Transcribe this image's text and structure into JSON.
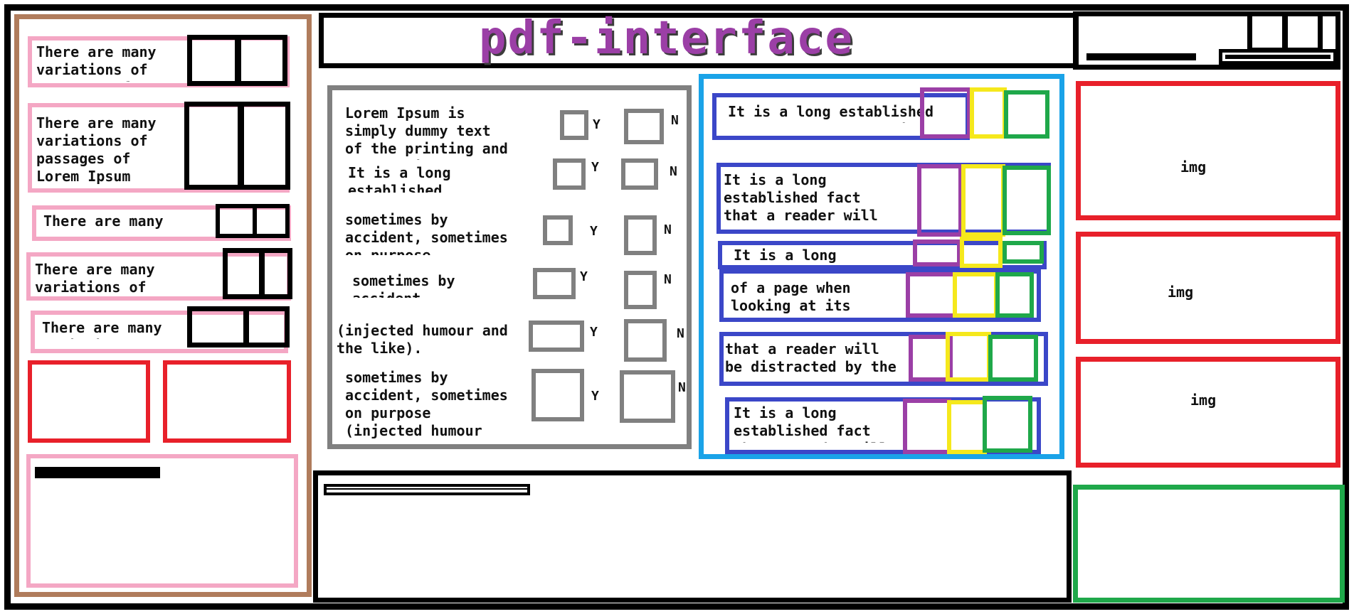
{
  "header": {
    "title": "pdf-interface"
  },
  "left_panel": {
    "items": [
      {
        "text": "There are many variations of passages of Lorem"
      },
      {
        "text": "There are many variations of passages of Lorem Ipsum"
      },
      {
        "text": "There are many"
      },
      {
        "text": "There are many variations of"
      },
      {
        "text": "There are many variations of"
      }
    ]
  },
  "questions": {
    "items": [
      {
        "text": "Lorem Ipsum is simply dummy text of the printing and typesetting",
        "yes": "Y",
        "no": "N"
      },
      {
        "text": "It is a long established fact",
        "yes": "Y",
        "no": "N"
      },
      {
        "text": "sometimes by accident, sometimes on purpose (injected",
        "yes": "Y",
        "no": "N"
      },
      {
        "text": "sometimes by accident, sometimes",
        "yes": "Y",
        "no": "N"
      },
      {
        "text": "(injected humour and the like).",
        "yes": "Y",
        "no": "N"
      },
      {
        "text": "sometimes by accident, sometimes on purpose (injected humour and the like)",
        "yes": "Y",
        "no": "N"
      }
    ]
  },
  "mid_list": {
    "items": [
      {
        "text": "It is a long established fact that a reader will"
      },
      {
        "text": "It is a long established fact that a reader will be"
      },
      {
        "text": "It is a long"
      },
      {
        "text": "of a page when looking at its"
      },
      {
        "text": "that a reader will be distracted by the"
      },
      {
        "text": "It is a long established fact that a reader will"
      }
    ]
  },
  "right_panel": {
    "images": [
      {
        "label": "img"
      },
      {
        "label": "img"
      },
      {
        "label": "img"
      }
    ]
  },
  "colors": {
    "frame": "#000000",
    "left_border": "#b07c5c",
    "pink": "#f4a7c4",
    "gray": "#808080",
    "cyan": "#1aa3e8",
    "blue": "#3b47c8",
    "purple": "#9b3fa6",
    "yellow": "#f5e81c",
    "green": "#1fa84a",
    "red": "#e8202a"
  }
}
